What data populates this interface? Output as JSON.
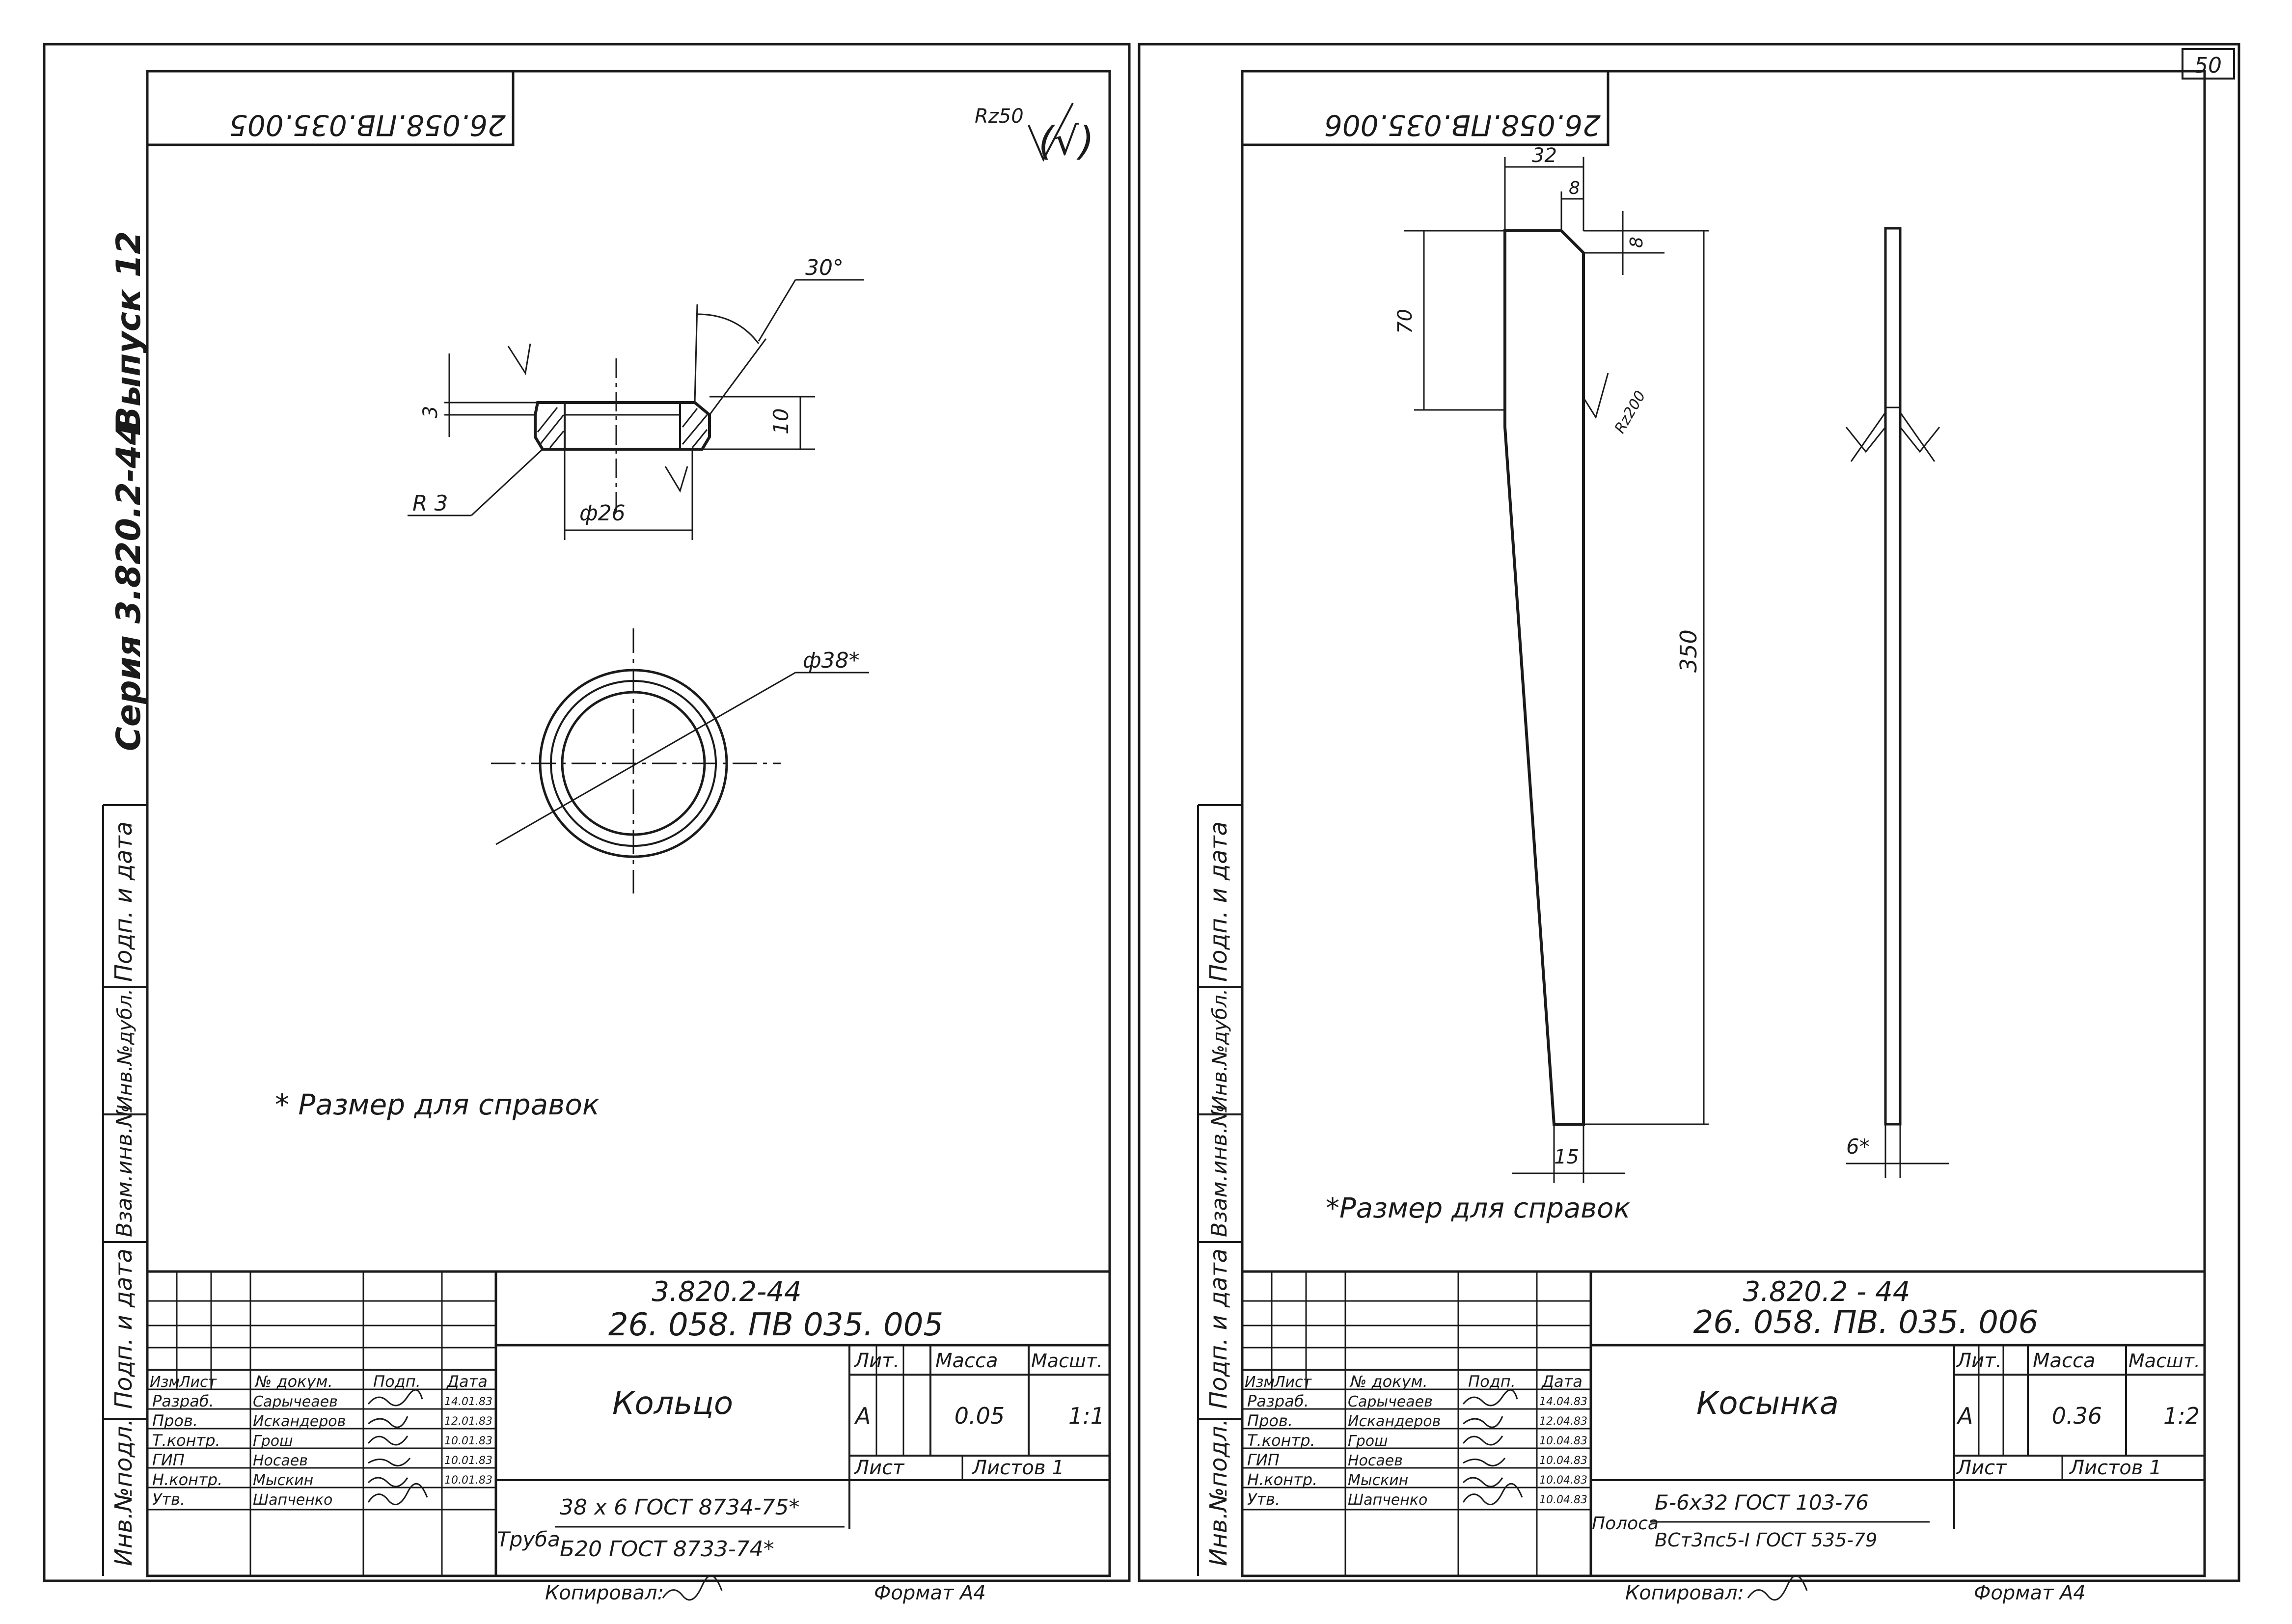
{
  "page_number": "50",
  "left_sheet": {
    "stamp_code_mirrored": "26.058.ПВ.035.005",
    "roughness_symbol": "Rz50",
    "roughness_extra": "(√)",
    "series_text": "Серия 3.820.2-44",
    "issue_text": "Выпуск 12",
    "side_labels": [
      "Взам.инв.№",
      "Инв.№дубл.",
      "Подп. и дата",
      "Подп. и дата",
      "Инв.№подл."
    ],
    "dimensions": {
      "angle": "30°",
      "chamfer": "3",
      "height": "10",
      "radius": "R 3",
      "inner_dia": "ф26",
      "outer_dia": "ф38*"
    },
    "note": "* Размер для справок",
    "title_block": {
      "series": "3.820.2-44",
      "designation": "26. 058. ПВ 035. 005",
      "name": "Кольцо",
      "lit_header": "Лит.",
      "mass_header": "Масса",
      "scale_header": "Масшт.",
      "lit": "А",
      "mass": "0.05",
      "scale": "1:1",
      "sheet_label": "Лист",
      "sheets_label": "Листов 1",
      "headers": [
        "Изм",
        "Лист",
        "№ докум.",
        "Подп.",
        "Дата"
      ],
      "roles": [
        "Разраб.",
        "Пров.",
        "Т.контр.",
        "ГИП",
        "Н.контр.",
        "Утв."
      ],
      "names": [
        "Сарычеаев",
        "Искандеров",
        "Грош",
        "Носаев",
        "Мыскин",
        "Шапченко"
      ],
      "dates": [
        "14.01.83",
        "12.01.83",
        "10.01.83",
        "10.01.83",
        "10.01.83",
        ""
      ],
      "material_prefix": "Труба",
      "material_top": "38 х 6 ГОСТ 8734-75*",
      "material_bottom": "Б20 ГОСТ 8733-74*"
    },
    "footer_copied": "Копировал:",
    "footer_format": "Формат А4"
  },
  "right_sheet": {
    "stamp_code_mirrored": "26.058.ПВ.035.006",
    "side_labels": [
      "Взам.инв.№",
      "Инв.№дубл.",
      "Подп. и дата",
      "Подп. и дата",
      "Инв.№подл."
    ],
    "dimensions": {
      "top_width": "32",
      "cut_width": "8",
      "cut_height": "8",
      "side_height": "70",
      "roughness": "Rz200",
      "length": "350",
      "bottom_width": "15",
      "thickness": "6*"
    },
    "note": "*Размер для справок",
    "title_block": {
      "series": "3.820.2 - 44",
      "designation": "26. 058. ПВ. 035. 006",
      "name": "Косынка",
      "lit_header": "Лит.",
      "mass_header": "Масса",
      "scale_header": "Масшт.",
      "lit": "А",
      "mass": "0.36",
      "scale": "1:2",
      "sheet_label": "Лист",
      "sheets_label": "Листов 1",
      "headers": [
        "Изм",
        "Лист",
        "№ докум.",
        "Подп.",
        "Дата"
      ],
      "roles": [
        "Разраб.",
        "Пров.",
        "Т.контр.",
        "ГИП",
        "Н.контр.",
        "Утв."
      ],
      "names": [
        "Сарычеаев",
        "Искандеров",
        "Грош",
        "Носаев",
        "Мыскин",
        "Шапченко"
      ],
      "dates": [
        "14.04.83",
        "12.04.83",
        "10.04.83",
        "10.04.83",
        "10.04.83",
        "10.04.83"
      ],
      "material_prefix": "Полоса",
      "material_top": "Б-6х32 ГОСТ 103-76",
      "material_bottom": "ВСт3пс5-I ГОСТ 535-79"
    },
    "footer_copied": "Копировал:",
    "footer_format": "Формат А4"
  }
}
